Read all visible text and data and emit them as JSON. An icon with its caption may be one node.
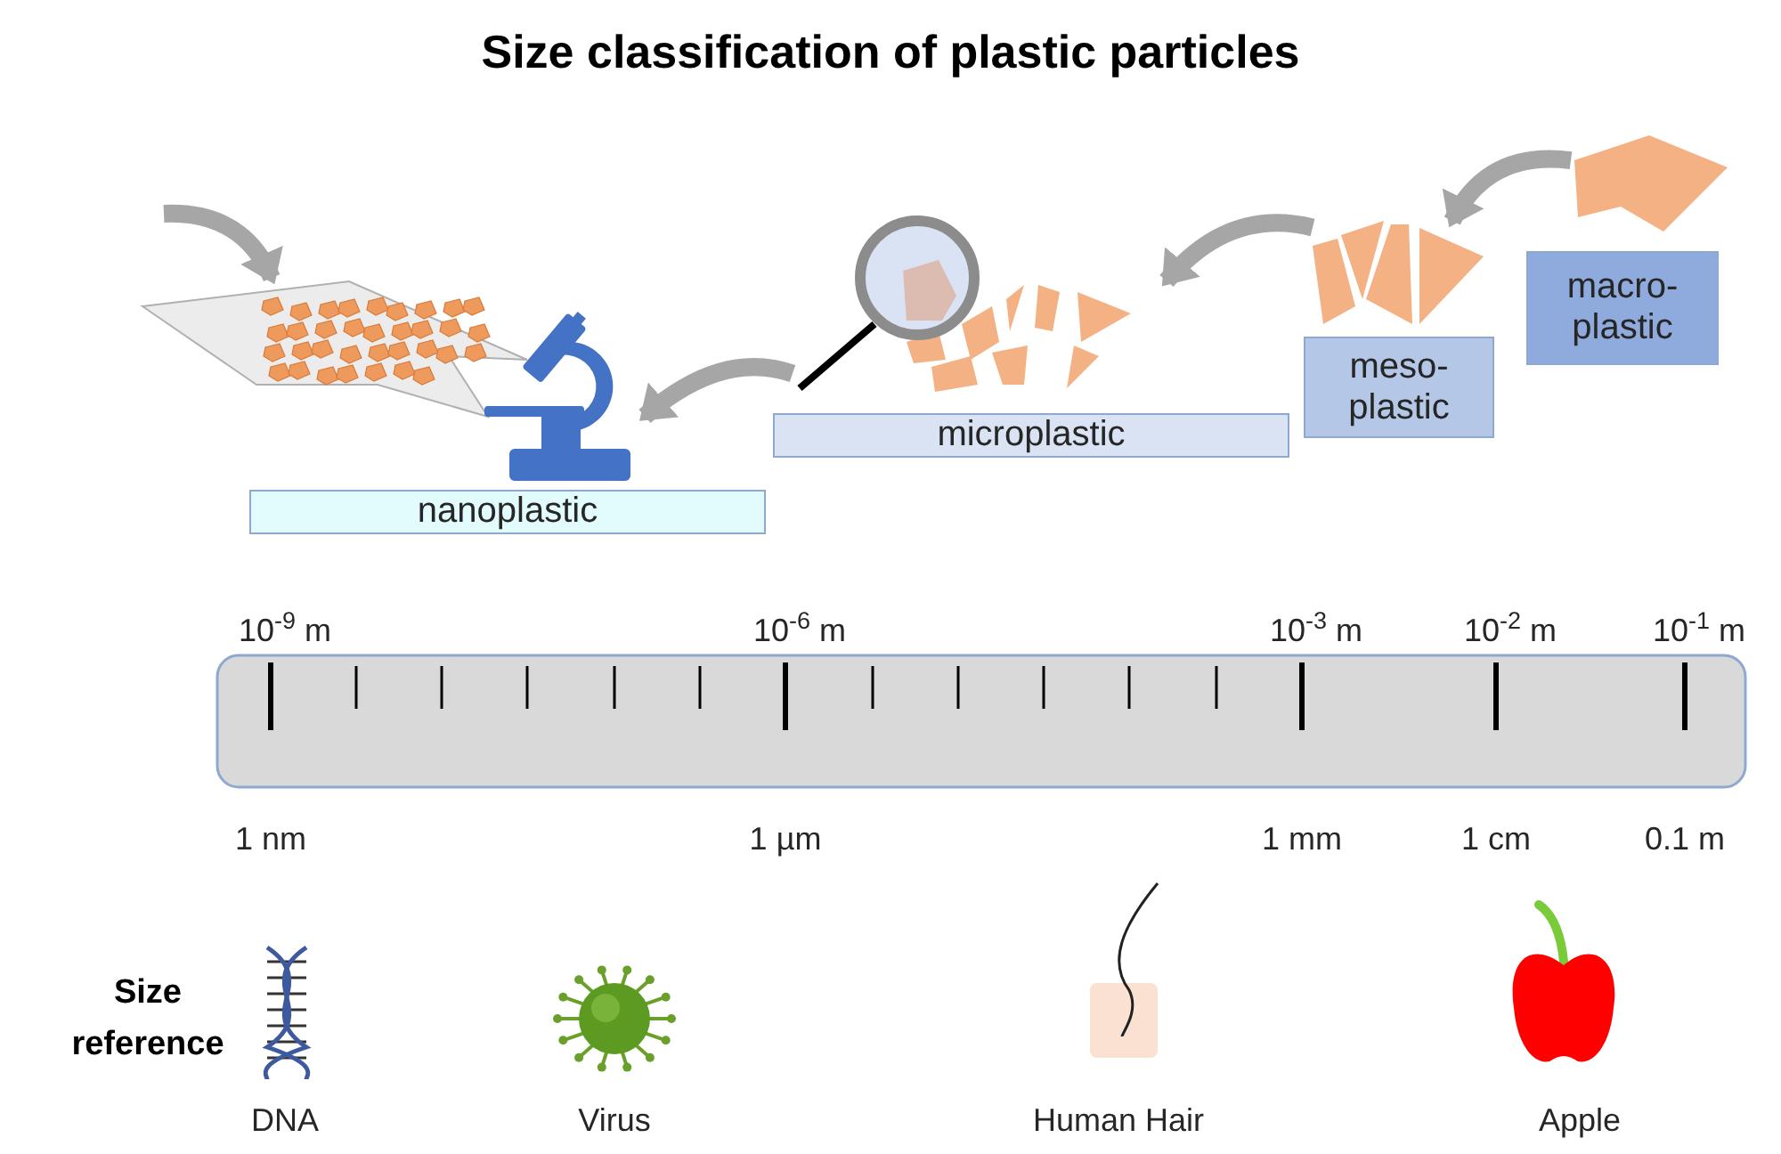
{
  "diagram": {
    "title": "Size classification of plastic particles",
    "nodes": [
      {
        "text": [
          "nanoplastic"
        ]
      },
      {
        "text": [
          "microplastic"
        ]
      },
      {
        "text": [
          "meso- plastic"
        ]
      },
      {
        "text": [
          "macro- plastic"
        ]
      },
      {
        "text": [],
        "shape": "picture"
      },
      {
        "text": [],
        "shape": "picture"
      },
      {
        "text": [],
        "shape": "picture"
      },
      {
        "text": [],
        "shape": "picture"
      },
      {
        "text": [],
        "shape": "picture"
      }
    ],
    "edges": [
      {
        "from": 8,
        "to": 7,
        "arrow": "to"
      },
      {
        "from": 7,
        "to": 6,
        "arrow": "to"
      },
      {
        "from": 6,
        "to": 5,
        "arrow": "to"
      },
      {
        "from": null,
        "to": 4,
        "arrow": "to"
      }
    ],
    "labels": [
      "10$^{-9}$ m",
      "10$^{-6}$ m",
      "10$^{-3}$ m",
      "10$^{-2}$ m",
      "10$^{-1}$ m",
      "1 nm",
      "1 µm",
      "1 mm",
      "1 cm",
      "0.1 m",
      "Size reference",
      "DNA",
      "Virus",
      "Human Hair",
      "Apple"
    ]
  }
}
